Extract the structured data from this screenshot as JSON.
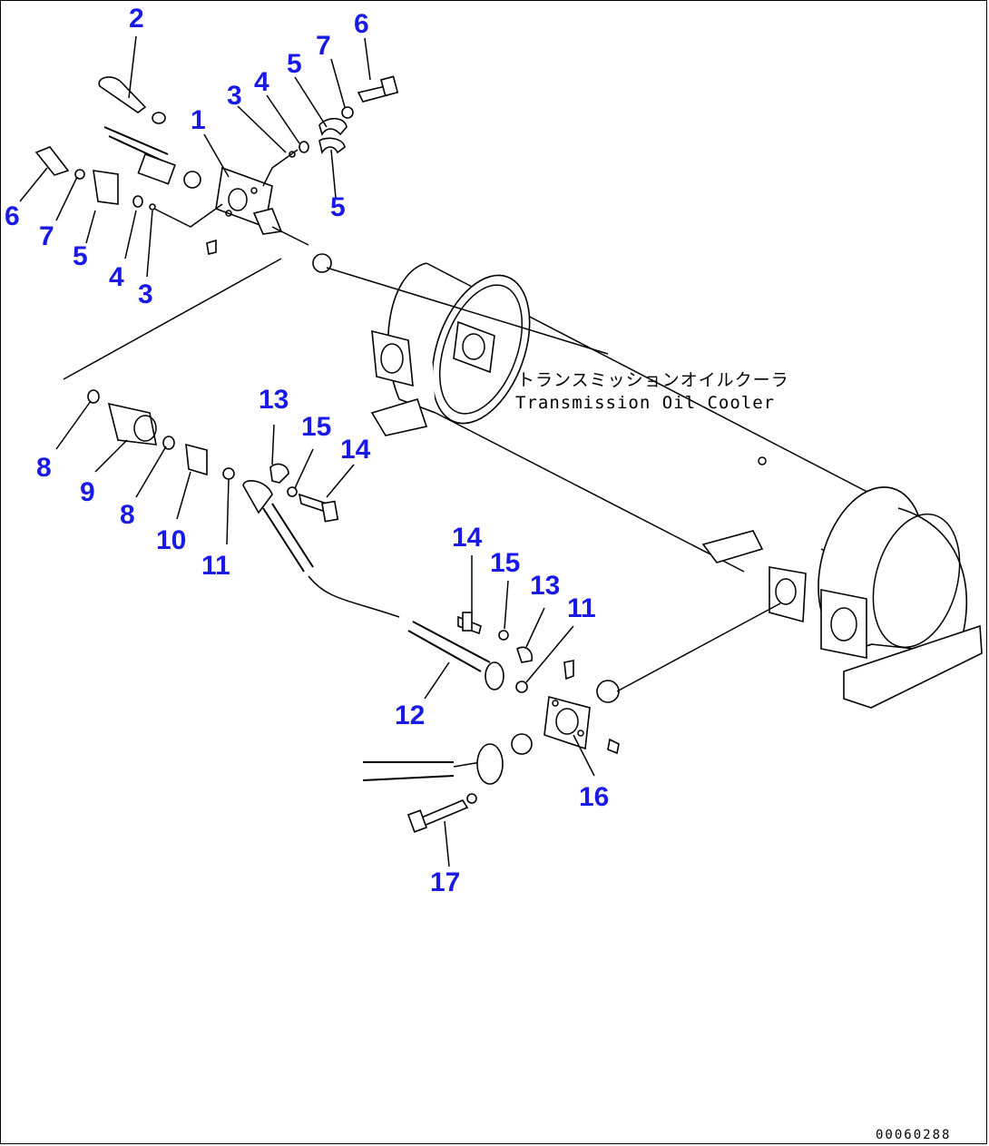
{
  "diagram": {
    "caption_jp": "トランスミッションオイルクーラ",
    "caption_en": "Transmission Oil Cooler",
    "drawing_code": "00060288",
    "callouts": [
      {
        "id": "c-2a",
        "text": "2"
      },
      {
        "id": "c-6a",
        "text": "6"
      },
      {
        "id": "c-7a",
        "text": "7"
      },
      {
        "id": "c-5a",
        "text": "5"
      },
      {
        "id": "c-4a",
        "text": "4"
      },
      {
        "id": "c-3a",
        "text": "3"
      },
      {
        "id": "c-1",
        "text": "1"
      },
      {
        "id": "c-5b",
        "text": "5"
      },
      {
        "id": "c-6b",
        "text": "6"
      },
      {
        "id": "c-7b",
        "text": "7"
      },
      {
        "id": "c-5c",
        "text": "5"
      },
      {
        "id": "c-4b",
        "text": "4"
      },
      {
        "id": "c-3b",
        "text": "3"
      },
      {
        "id": "c-13a",
        "text": "13"
      },
      {
        "id": "c-15a",
        "text": "15"
      },
      {
        "id": "c-14a",
        "text": "14"
      },
      {
        "id": "c-8a",
        "text": "8"
      },
      {
        "id": "c-9",
        "text": "9"
      },
      {
        "id": "c-8b",
        "text": "8"
      },
      {
        "id": "c-10",
        "text": "10"
      },
      {
        "id": "c-11a",
        "text": "11"
      },
      {
        "id": "c-14b",
        "text": "14"
      },
      {
        "id": "c-15b",
        "text": "15"
      },
      {
        "id": "c-13b",
        "text": "13"
      },
      {
        "id": "c-11b",
        "text": "11"
      },
      {
        "id": "c-12",
        "text": "12"
      },
      {
        "id": "c-16",
        "text": "16"
      },
      {
        "id": "c-17",
        "text": "17"
      }
    ]
  }
}
